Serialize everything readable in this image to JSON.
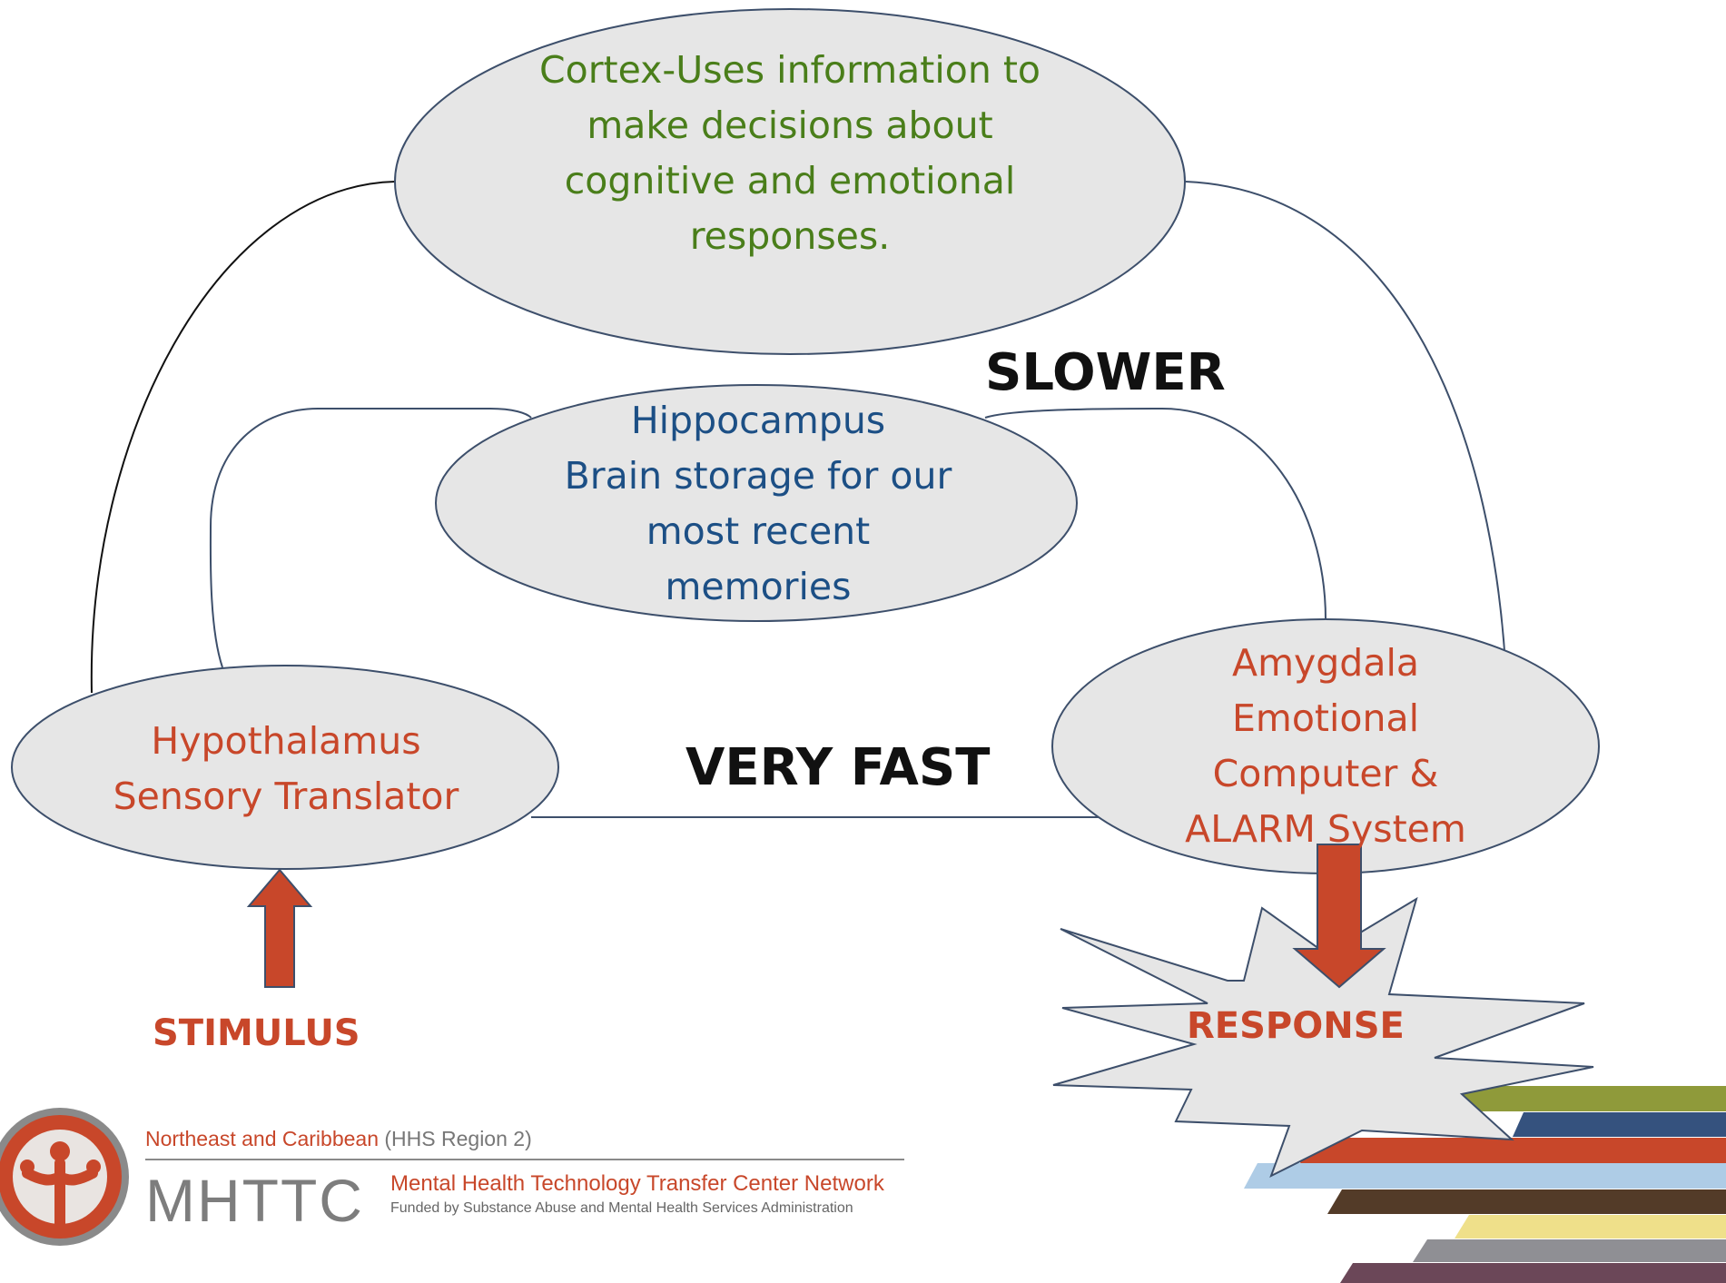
{
  "nodes": {
    "cortex": {
      "lines": [
        "Cortex-Uses information to",
        "make decisions about",
        "cognitive and emotional",
        "responses."
      ],
      "color": "#4a7e1a"
    },
    "hippocampus": {
      "lines": [
        "Hippocampus",
        "Brain storage for our",
        "most recent",
        "memories"
      ],
      "color": "#1c4f85"
    },
    "hypothalamus": {
      "lines": [
        "Hypothalamus",
        "Sensory Translator"
      ],
      "color": "#c8472a"
    },
    "amygdala": {
      "lines": [
        "Amygdala",
        "Emotional",
        "Computer &",
        "ALARM System"
      ],
      "color": "#c8472a"
    }
  },
  "labels": {
    "slower": "SLOWER",
    "very_fast": "VERY FAST",
    "stimulus": "STIMULUS",
    "response": "RESPONSE"
  },
  "footer": {
    "region": "Northeast and Caribbean",
    "region_sub": "(HHS Region 2)",
    "brand": "MHTTC",
    "network": "Mental Health Technology Transfer Center Network",
    "funded": "Funded by Substance Abuse and Mental Health Services Administration"
  },
  "colors": {
    "ellipse_fill": "#e6e6e6",
    "ellipse_stroke": "#3d4f6b",
    "arrow": "#c8472a",
    "stripes": [
      "#8f9a3a",
      "#35527e",
      "#c8472a",
      "#aecce6",
      "#533b28",
      "#efe08a",
      "#8f8f94",
      "#6b4758"
    ]
  }
}
